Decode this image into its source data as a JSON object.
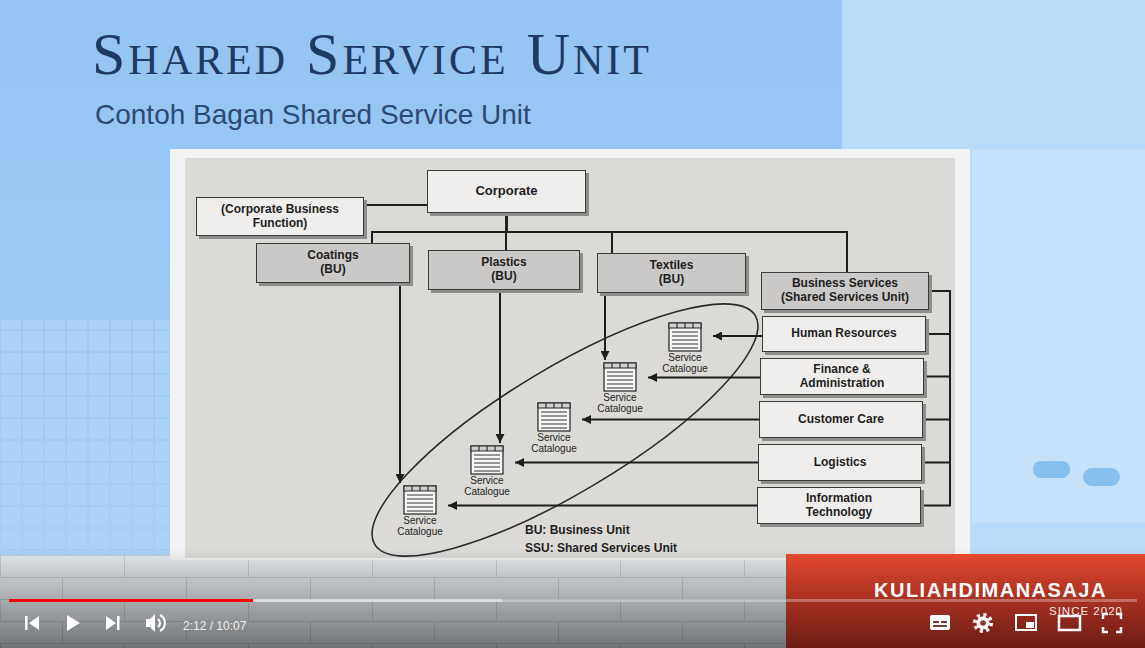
{
  "diagram": {
    "title": "Shared Service Unit",
    "nodes": [
      {
        "text": [
          "Corporate"
        ]
      },
      {
        "text": [
          "(Corporate Business Function)"
        ]
      },
      {
        "text": [
          "Coatings (BU)"
        ]
      },
      {
        "text": [
          "Plastics (BU)"
        ]
      },
      {
        "text": [
          "Textiles (BU)"
        ]
      },
      {
        "text": [
          "Business Services (Shared Services Unit)"
        ]
      },
      {
        "text": [
          "Human Resources"
        ]
      },
      {
        "text": [
          "Finance & Administration"
        ]
      },
      {
        "text": [
          "Customer Care"
        ]
      },
      {
        "text": [
          "Logistics"
        ]
      },
      {
        "text": [
          "Information Technology"
        ]
      },
      {
        "text": [
          "Service Catalogue"
        ]
      },
      {
        "text": [
          "Service Catalogue"
        ]
      },
      {
        "text": [
          "Service Catalogue"
        ]
      },
      {
        "text": [
          "Service Catalogue"
        ]
      },
      {
        "text": [
          "Service Catalogue"
        ]
      }
    ],
    "edges": [
      {
        "from": 0,
        "to": 1,
        "arrow": "none"
      },
      {
        "from": 0,
        "to": 2,
        "arrow": "none"
      },
      {
        "from": 0,
        "to": 3,
        "arrow": "none"
      },
      {
        "from": 0,
        "to": 4,
        "arrow": "none"
      },
      {
        "from": 0,
        "to": 5,
        "arrow": "none"
      },
      {
        "from": 2,
        "to": 15,
        "arrow": "to"
      },
      {
        "from": 3,
        "to": 14,
        "arrow": "to"
      },
      {
        "from": 4,
        "to": 12,
        "arrow": "to"
      },
      {
        "from": 5,
        "to": 6,
        "arrow": "none"
      },
      {
        "from": 5,
        "to": 7,
        "arrow": "none"
      },
      {
        "from": 5,
        "to": 8,
        "arrow": "none"
      },
      {
        "from": 5,
        "to": 9,
        "arrow": "none"
      },
      {
        "from": 5,
        "to": 10,
        "arrow": "none"
      },
      {
        "from": 6,
        "to": 11,
        "arrow": "to"
      },
      {
        "from": 7,
        "to": 12,
        "arrow": "to"
      },
      {
        "from": 8,
        "to": 13,
        "arrow": "to"
      },
      {
        "from": 9,
        "to": 14,
        "arrow": "to"
      },
      {
        "from": 10,
        "to": 15,
        "arrow": "to"
      }
    ],
    "labels": [
      "Contoh Bagan Shared Service Unit",
      "BU: Business Unit",
      "SSU: Shared Services Unit",
      "KULIAHDIMANASAJA",
      "SINCE 2020",
      "2:12 / 10:07"
    ]
  }
}
